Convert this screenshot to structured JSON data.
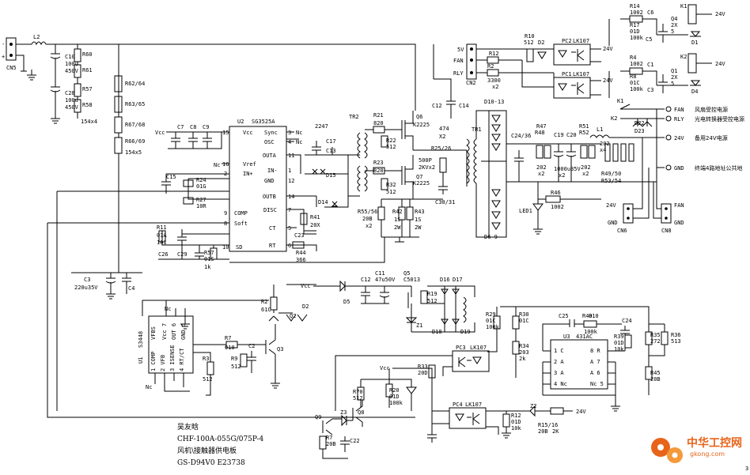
{
  "input": {
    "minus": "-",
    "plus": "+",
    "connector": "CN5"
  },
  "filter": {
    "l2": "L2",
    "c10": "C10",
    "c10v": "100u",
    "c10r": "450V",
    "c28": "C28",
    "c28v": "100u",
    "c28r": "450V",
    "r60": "R60",
    "r61": "R61",
    "r57": "R57",
    "r58": "R58",
    "r58v": "154x4",
    "r62": "R62/64",
    "r63": "R63/65",
    "r67": "R67/68",
    "r66": "R66/69",
    "rchainv": "154x5"
  },
  "u2": {
    "name": "U2",
    "part": "SG3525A",
    "pins": [
      {
        "n": "15",
        "l": "Vcc"
      },
      {
        "n": "3",
        "l": "Sync"
      },
      {
        "n": "4",
        "l": "OSC"
      },
      {
        "n": "16",
        "l": "Vref"
      },
      {
        "n": "2",
        "l": "IN+"
      },
      {
        "n": "1",
        "l": "IN-"
      },
      {
        "n": "12",
        "l": "GND"
      },
      {
        "n": "9",
        "l": "COMP"
      },
      {
        "n": "8",
        "l": "Soft"
      },
      {
        "n": "10",
        "l": "SD"
      },
      {
        "n": "11",
        "l": "OUTA"
      },
      {
        "n": "14",
        "l": "OUTB"
      },
      {
        "n": "7",
        "l": "DISC"
      },
      {
        "n": "5",
        "l": "CT"
      },
      {
        "n": "6",
        "l": "RT"
      }
    ]
  },
  "u2_aux": {
    "vcc": "Vcc",
    "c7": "C7",
    "c8": "C8",
    "c9": "C9",
    "nc": "Nc",
    "nc2": "Nc",
    "nc3": "Nc",
    "c15": "C15",
    "r24": "R24",
    "r24v": "01G",
    "r27": "R27",
    "r27v": "10R",
    "r11": "R11",
    "r11v": "01A",
    "r11b": "101",
    "c26": "C26",
    "c29": "C29",
    "r57b": "R57",
    "r57v": "01S",
    "r57c": "1k",
    "c2247": "2247",
    "c17": "C17",
    "c13": "C13",
    "d15": "D15",
    "d14": "D14",
    "r41": "R41",
    "r41v": "20X",
    "c23": "C23",
    "r44": "R44",
    "r44v": "366"
  },
  "gate": {
    "tr2": "TR2",
    "r21": "R21",
    "r21v": "820",
    "r22": "R22",
    "r22v": "512",
    "r23": "R23",
    "r23v": "820",
    "r32": "R32",
    "r32v": "512",
    "q6": "Q6",
    "q6p": "K2225",
    "q7": "Q7",
    "q7p": "K2225",
    "r55": "R55/56",
    "r55v": "20B",
    "r55x": "x2",
    "r42": "R42",
    "r42v": "1S",
    "r42w": "2W",
    "r43": "R43",
    "r43v": "1S",
    "r43w": "2W",
    "c12": "C12",
    "c14": "C14",
    "c14v": "474",
    "c14x": "X2",
    "r25": "R25/26",
    "c500": "500P",
    "c500v": "2KVx2",
    "c30": "C30/31"
  },
  "out": {
    "tr1": "TR1",
    "d10": "D10-13",
    "d6": "D6-9",
    "c24": "C24/36",
    "r47": "R47",
    "r48": "R48",
    "r47v": "202",
    "r47x": "x2",
    "c19": "C19",
    "c20": "C20",
    "c19v": "1000u35V",
    "c19x": "x2",
    "r51": "R51",
    "r52": "R52",
    "r51v": "202",
    "r51x": "x2",
    "l1": "L1",
    "l1v": "202",
    "l1x": "x4",
    "r49": "R49/50",
    "r53": "R53/54",
    "led": "LED1",
    "r46": "R46",
    "r46v": "1002"
  },
  "right_labels": [
    {
      "id": "fan",
      "label": "FAN",
      "desc": "风扇受控电源"
    },
    {
      "id": "rly",
      "label": "RLY",
      "desc": "光电转换器受控电源"
    },
    {
      "id": "v24",
      "label": "24V",
      "desc": "备用24V电源"
    },
    {
      "id": "gnd",
      "label": "GND",
      "desc": "终端4路地址公共地"
    }
  ],
  "cn": {
    "cn6": "CN6",
    "cn8": "CN8",
    "v24": "24V",
    "gnd": "GND",
    "fan": "FAN",
    "gnd2": "GND",
    "k1": "K1",
    "k2": "K2",
    "d22": "D22",
    "d23": "D23"
  },
  "relays": {
    "cn2": "CN2",
    "5v": "5V",
    "fan": "FAN",
    "rly": "RLY",
    "r12": "R12",
    "r2": "R2",
    "r2v": "3300",
    "r2x": "x2",
    "r10": "R10",
    "r10v": "512",
    "r10x": "D2",
    "pc2": "PC2",
    "pc2p": "LK107",
    "pc1": "PC1",
    "pc1p": "LK107",
    "v24a": "24V",
    "v24b": "24V",
    "r14": "R14",
    "r14v": "1002",
    "r17": "R17",
    "r17v": "01D",
    "r17x": "100k",
    "c6": "C6",
    "c5": "C5",
    "r4": "R4",
    "r4v": "1002",
    "r8": "R8",
    "r8v": "01C",
    "r8x": "100k",
    "c1": "C1",
    "c3": "C3",
    "k1": "K1",
    "k2": "K2",
    "d1": "D1",
    "d4": "D4",
    "out24a": "24V",
    "out24b": "24V",
    "q4": "Q4",
    "q4v": "2X",
    "q4x": "5",
    "q1": "Q1",
    "q1v": "2X",
    "q1x": "5"
  },
  "aux": {
    "c3": "C3",
    "c3v": "220u35V",
    "c4": "C4",
    "u1": "U1",
    "u1p": "S3448",
    "nc": "Nc",
    "nc2": "Nc",
    "vfbs": "VFBS",
    "vcc7": "Vcc 7",
    "out6": "OUT 6",
    "gnd5": "GND 5",
    "comp": "1 COMP",
    "vfb": "2 VFB",
    "isense": "3 ISENSE",
    "rtct": "4 RT/CT",
    "r2": "R2",
    "r2v": "61C",
    "q2": "Q2",
    "d2": "D2",
    "r7": "R7",
    "r7v": "010",
    "r9": "R9",
    "r9v": "512",
    "c2": "C2",
    "q3": "Q3",
    "r3": "R3",
    "r3v": "512"
  },
  "vcc_sec": {
    "vcc": "Vcc",
    "d5": "D5",
    "c12": "C12",
    "c11": "C11",
    "c11v": "47u50V",
    "q5": "Q5",
    "q5p": "C5013",
    "r19": "R19",
    "r19v": "512",
    "z1": "Z1",
    "d16": "D16",
    "d17": "D17",
    "d18": "D18",
    "d19": "D19"
  },
  "feedback": {
    "r29": "R29",
    "r29v": "01C",
    "r29x": "100k",
    "r30": "R30",
    "r30v": "01C",
    "r34": "R34",
    "r34v": "203",
    "r34x": "2k",
    "pc3": "PC3",
    "pc3p": "LK107",
    "c25": "C25",
    "r40": "R40",
    "r40v": "010",
    "r40x": "100k",
    "c24b": "C24",
    "r39": "R39",
    "r39v": "01D",
    "r39x": "10k",
    "r35": "R35",
    "r35v": "272",
    "r36": "R36",
    "r36v": "513",
    "r45": "R45",
    "r45v": "20B",
    "u3": "U3",
    "u3p": "431AC",
    "u3pins": [
      "1 C",
      "8 R",
      "2 A",
      "A 7",
      "3 A",
      "A 6",
      "4 Nc",
      "Nc 5"
    ]
  },
  "bottom": {
    "vcc": "Vcc",
    "r33": "R33",
    "r33v": "20D",
    "r70": "R70",
    "r70v": "512",
    "r20": "R20",
    "r20v": "01D",
    "r20x": "100k",
    "q8": "Q8",
    "q9": "Q9",
    "z3": "Z3",
    "r7b": "R7",
    "r7bv": "20B",
    "c22": "C22",
    "pc4": "PC4",
    "pc4p": "LK107",
    "r12b": "R12",
    "r12bv": "01D",
    "r12bx": "10k",
    "z2": "Z2",
    "r15": "R15/16",
    "r15v": "20B",
    "r15x": "2K",
    "v24": "24V"
  },
  "title": {
    "author": "吴友晗",
    "model": "CHF-100A-055G/075P-4",
    "desc": "风机\\接触器供电板",
    "code": "GS-D94V0 E23738"
  },
  "watermark": {
    "brand": "中华工控网",
    "site": "gkong.com",
    "corner": "3"
  }
}
